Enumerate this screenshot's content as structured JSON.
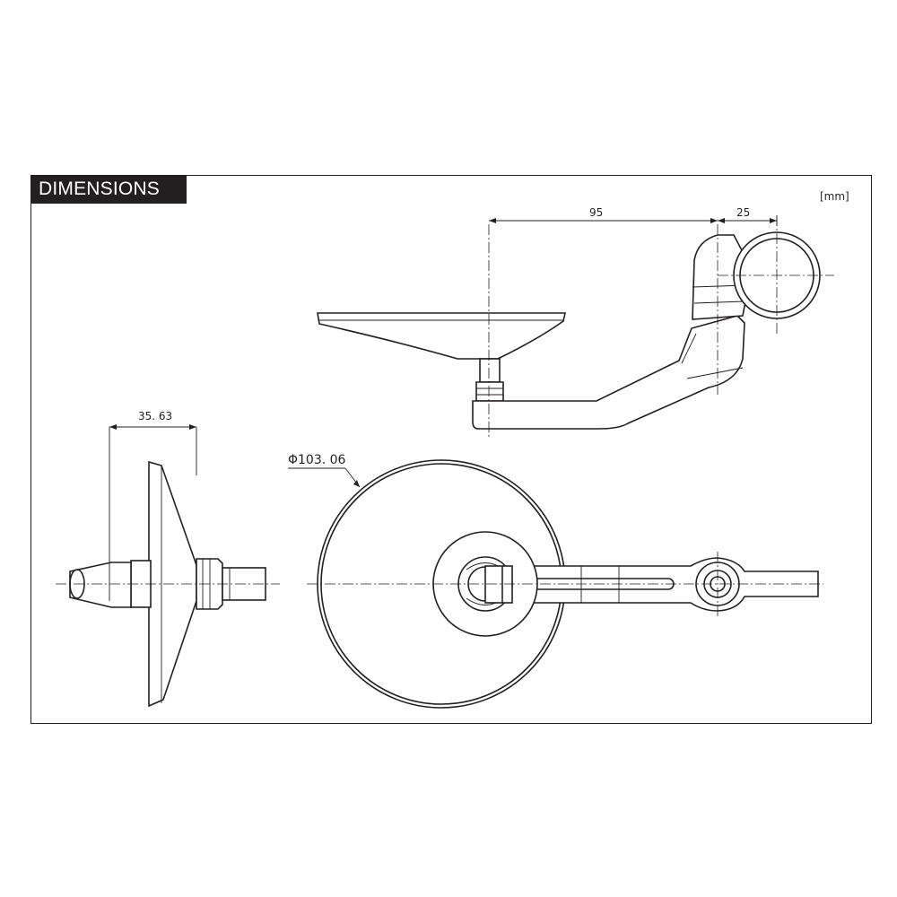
{
  "header": {
    "title": "DIMENSIONS",
    "unit": "[mm]"
  },
  "dimensions": {
    "arm_reach": "95",
    "clamp_offset": "25",
    "depth": "35. 63",
    "mirror_diameter": "Φ103. 06"
  },
  "colors": {
    "ink": "#231f20",
    "paper": "#ffffff"
  }
}
